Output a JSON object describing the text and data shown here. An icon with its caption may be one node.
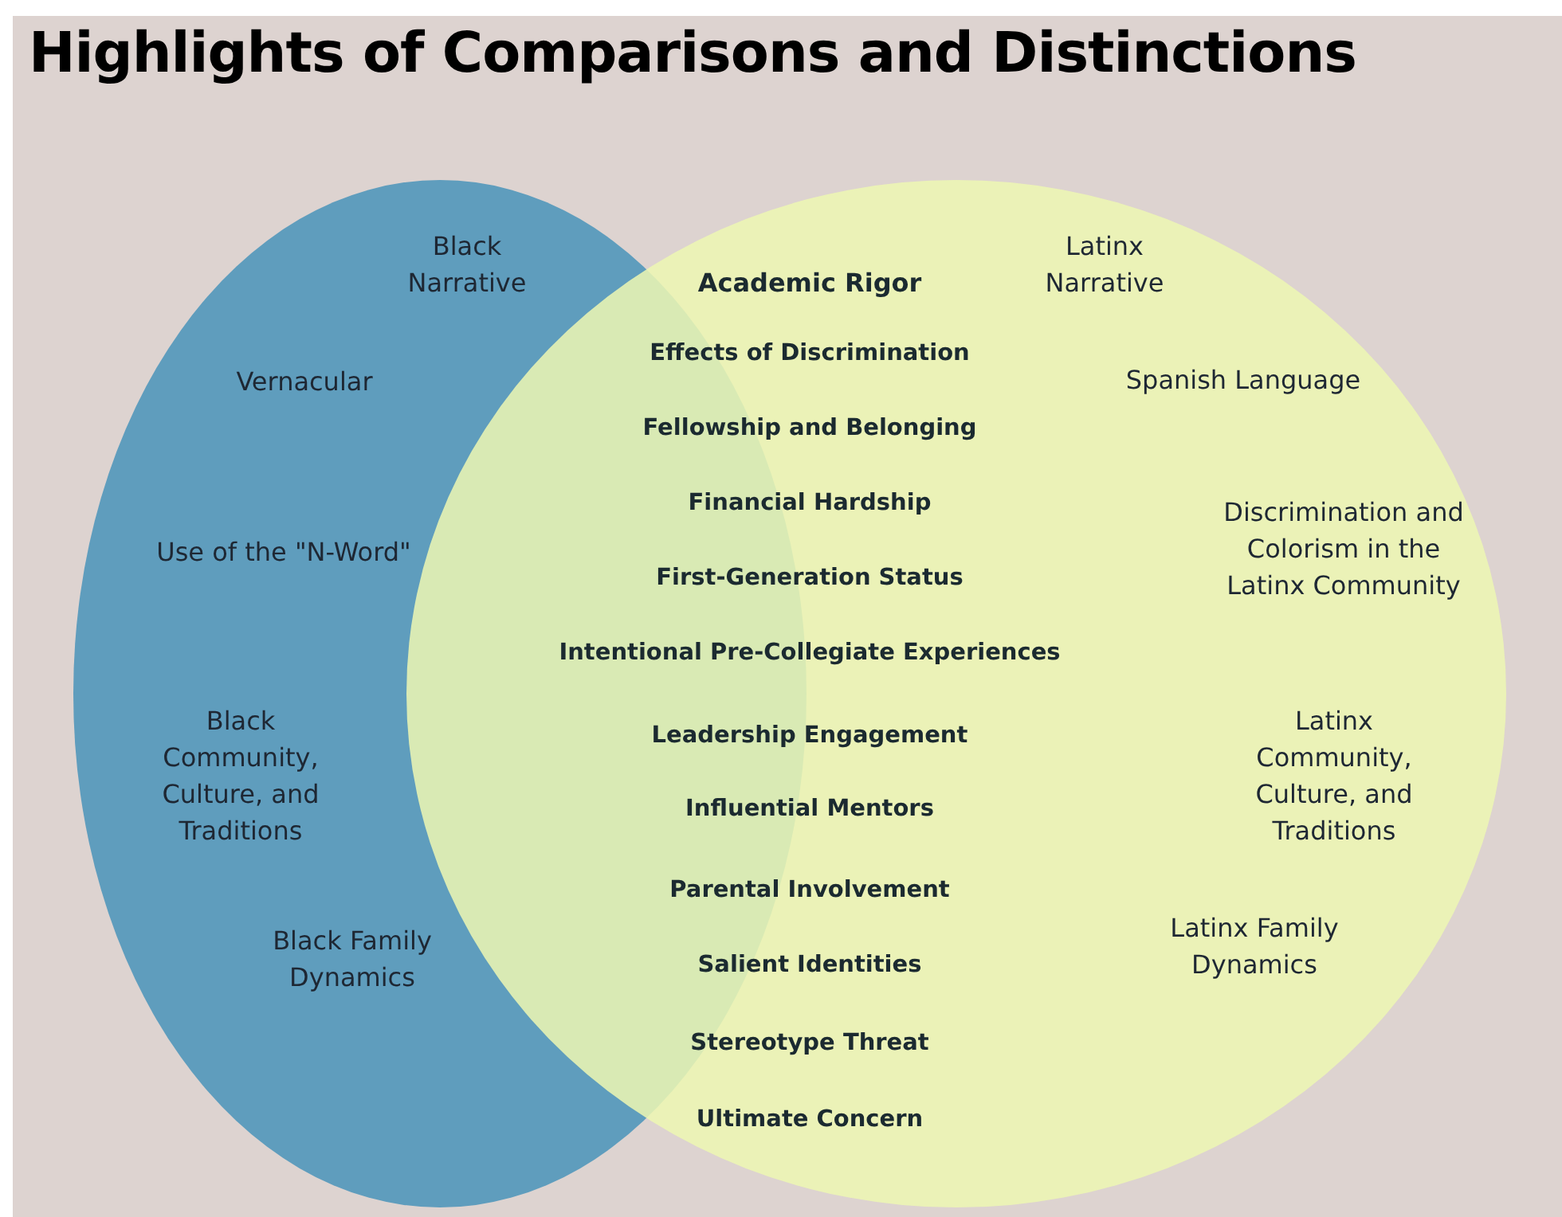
{
  "diagram": {
    "title": "Highlights of Comparisons and Distinctions",
    "nodes": [
      {
        "text": [
          "Black Narrative",
          "Vernacular",
          "Use of the \"N-Word\"",
          "Black Community, Culture, and Traditions",
          "Black Family Dynamics"
        ]
      },
      {
        "text": [
          "Latinx Narrative",
          "Spanish Language",
          "Discrimination and Colorism in the Latinx Community",
          "Latinx Community, Culture, and Traditions",
          "Latinx Family Dynamics"
        ]
      }
    ],
    "labels": [
      "Academic Rigor",
      "Effects of Discrimination",
      "Fellowship and Belonging",
      "Financial Hardship",
      "First-Generation Status",
      "Intentional Pre-Collegiate Experiences",
      "Leadership Engagement",
      "Influential Mentors",
      "Parental Involvement",
      "Salient Identities",
      "Stereotype Threat",
      "Ultimate Concern"
    ]
  }
}
